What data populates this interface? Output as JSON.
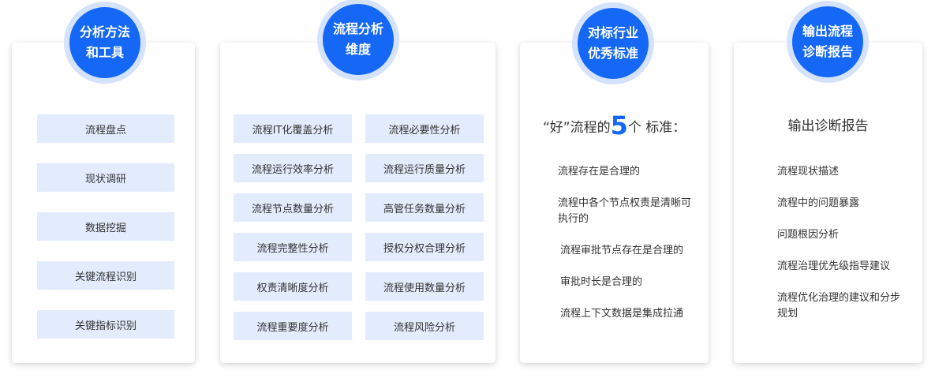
{
  "columns": [
    {
      "title": [
        "分析方法",
        "和工具"
      ],
      "items": [
        "流程盘点",
        "现状调研",
        "数据挖掘",
        "关键流程识别",
        "关键指标识别"
      ]
    },
    {
      "title": [
        "流程分析",
        "维度"
      ],
      "items": [
        "流程IT化覆盖分析",
        "流程必要性分析",
        "流程运行效率分析",
        "流程运行质量分析",
        "流程节点数量分析",
        "高管任务数量分析",
        "流程完整性分析",
        "授权分权合理分析",
        "权责清晰度分析",
        "流程使用数量分析",
        "流程重要度分析",
        "流程风险分析"
      ]
    },
    {
      "title": [
        "对标行业",
        "优秀标准"
      ],
      "heading_pre": "“好”流程的",
      "heading_num": "5",
      "heading_post": "个 标准：",
      "items": [
        "流程存在是合理的",
        "流程中各个节点权责是清晰可执行的",
        "流程审批节点存在是合理的",
        "审批时长是合理的",
        "流程上下文数据是集成拉通"
      ]
    },
    {
      "title": [
        "输出流程",
        "诊断报告"
      ],
      "heading": "输出诊断报告",
      "items": [
        "流程现状描述",
        "流程中的问题暴露",
        "问题根因分析",
        "流程治理优先级指导建议",
        "流程优化治理的建议和分步规划"
      ]
    }
  ],
  "colors": {
    "accent": "#1468f5",
    "box": "#e3ecfc"
  }
}
